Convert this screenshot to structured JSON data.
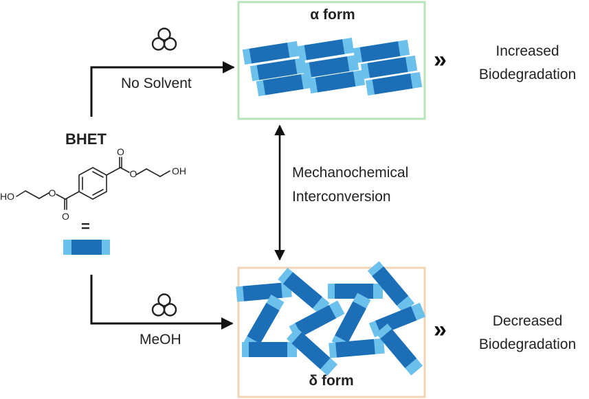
{
  "alpha_box": {
    "title": "α form",
    "border_color": "#b9e3b8"
  },
  "delta_box": {
    "title": "δ form",
    "border_color": "#f0d6b6"
  },
  "top_arrow": {
    "label": "No Solvent"
  },
  "bottom_arrow": {
    "label": "MeOH"
  },
  "compound": {
    "name": "BHET",
    "equals": "=",
    "atom_labels": [
      "O",
      "O",
      "OH",
      "HO",
      "O",
      "O"
    ]
  },
  "interconversion": {
    "line1": "Mechanochemical",
    "line2": "Interconversion"
  },
  "outcome_top": {
    "chevrons": "»",
    "line1": "Increased",
    "line2": "Biodegradation"
  },
  "outcome_bottom": {
    "chevrons": "»",
    "line1": "Decreased",
    "line2": "Biodegradation"
  },
  "colors": {
    "crystal_dark": "#1c6fb6",
    "crystal_light": "#6cc0ec",
    "arrow": "#111111"
  }
}
